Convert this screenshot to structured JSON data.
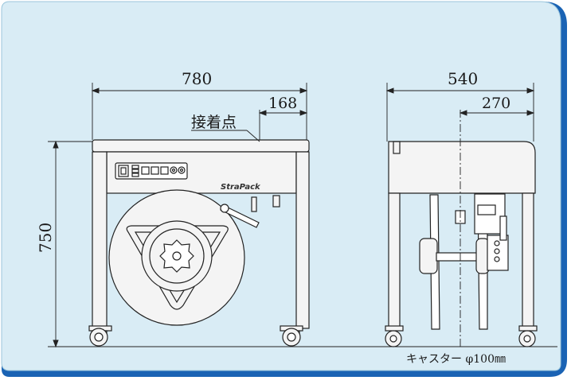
{
  "diagram": {
    "panel_bg": "#d9ecf5",
    "accent_border": "#1a63b4",
    "line_color": "#222222",
    "machine_fill": "#f4f4f4",
    "dimensions": {
      "front_width": "780",
      "front_offset": "168",
      "front_height": "750",
      "side_width": "540",
      "side_offset": "270"
    },
    "callout_label": "接着点",
    "caster_note": "キャスター φ100㎜",
    "brand_logo": "StraPack"
  }
}
